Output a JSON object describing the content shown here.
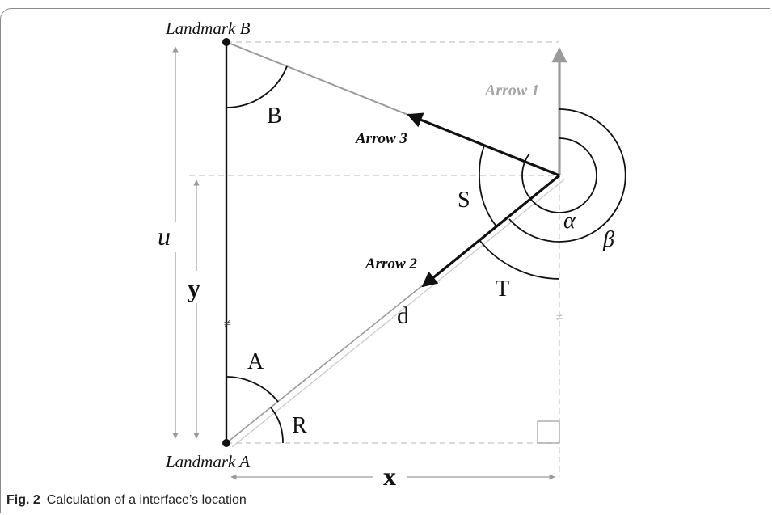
{
  "labels": {
    "landmark_b": "Landmark B",
    "landmark_a": "Landmark A",
    "arrow_1": "Arrow 1",
    "arrow_2": "Arrow 2",
    "arrow_3": "Arrow 3",
    "angle_b": "B",
    "angle_a": "A",
    "angle_r": "R",
    "angle_s": "S",
    "angle_t": "T",
    "angle_alpha": "α",
    "angle_beta": "β",
    "dist_u": "u",
    "dist_y": "y",
    "dist_x": "x",
    "dist_d": "d",
    "tick": "≠"
  },
  "caption": {
    "figure_number": "Fig. 2",
    "text": "Calculation of a interface’s location"
  },
  "colors": {
    "black": "#111111",
    "gray_line": "#9a9a9a",
    "dashed": "#c4c4c4",
    "light_gray_text": "#a6a6a6"
  }
}
